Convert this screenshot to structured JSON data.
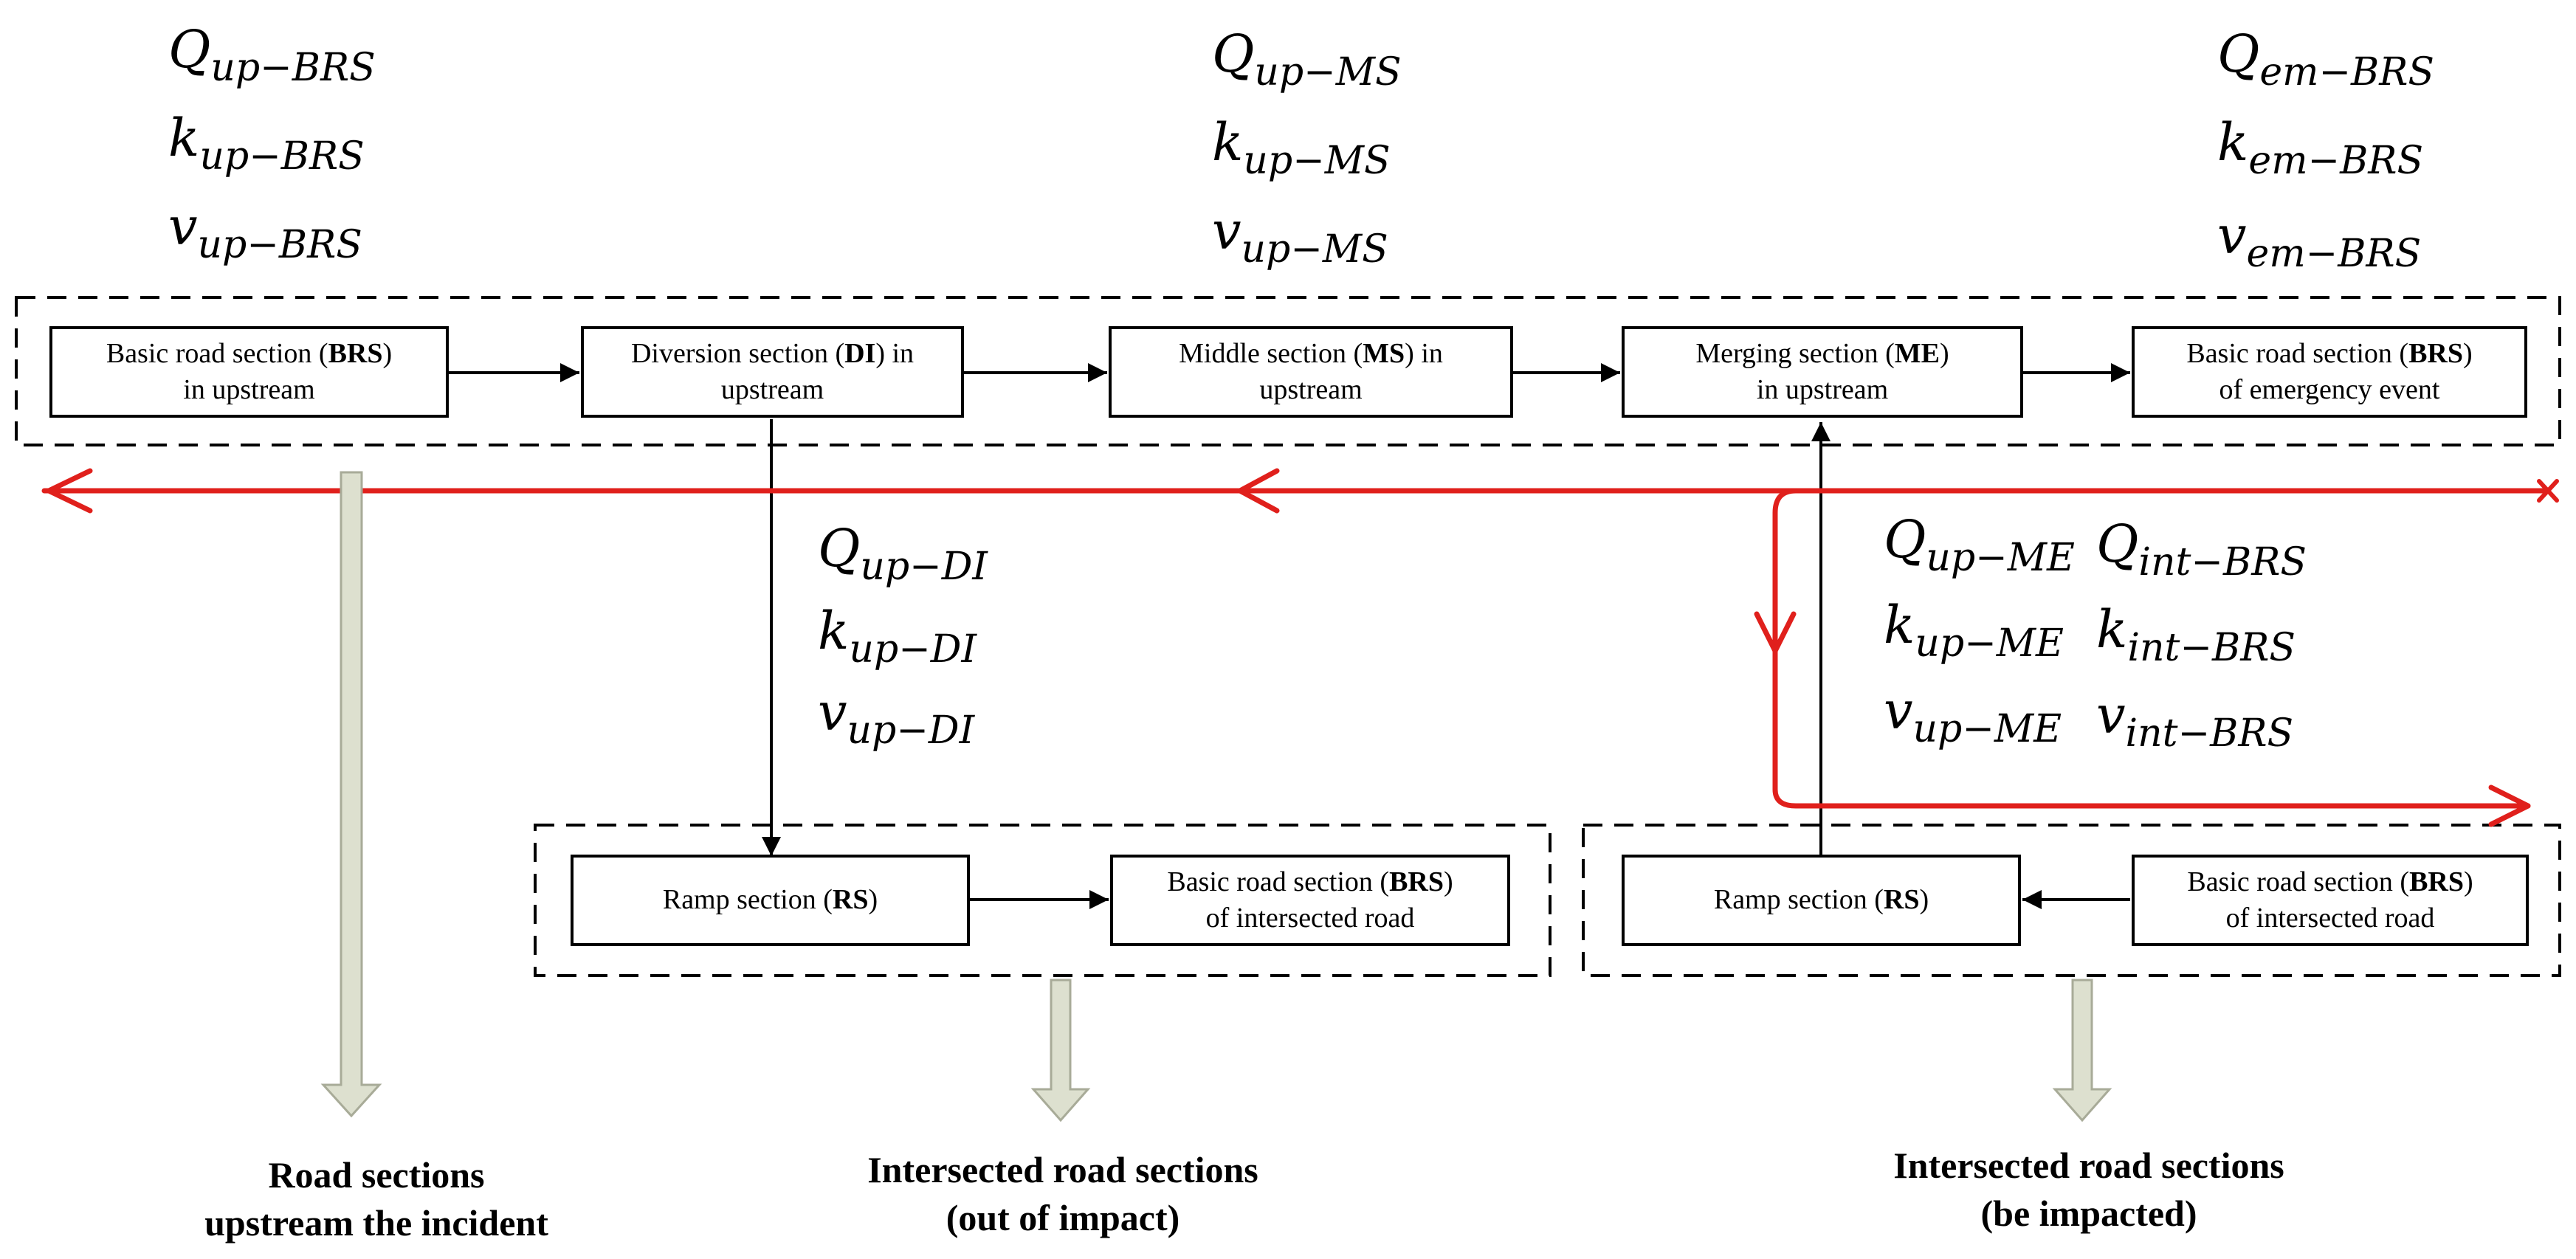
{
  "variables": {
    "upstream_brs": {
      "q": "Q",
      "q_sub": "up−BRS",
      "k": "k",
      "k_sub": "up−BRS",
      "v": "v",
      "v_sub": "up−BRS"
    },
    "upstream_ms": {
      "q": "Q",
      "q_sub": "up−MS",
      "k": "k",
      "k_sub": "up−MS",
      "v": "v",
      "v_sub": "up−MS"
    },
    "emergency_brs": {
      "q": "Q",
      "q_sub": "em−BRS",
      "k": "k",
      "k_sub": "em−BRS",
      "v": "v",
      "v_sub": "em−BRS"
    },
    "upstream_di": {
      "q": "Q",
      "q_sub": "up−DI",
      "k": "k",
      "k_sub": "up−DI",
      "v": "v",
      "v_sub": "up−DI"
    },
    "upstream_me": {
      "q": "Q",
      "q_sub": "up−ME",
      "k": "k",
      "k_sub": "up−ME",
      "v": "v",
      "v_sub": "up−ME"
    },
    "intersected_brs": {
      "q": "Q",
      "q_sub": "int−BRS",
      "k": "k",
      "k_sub": "int−BRS",
      "v": "v",
      "v_sub": "int−BRS"
    }
  },
  "main_sections": [
    {
      "pre": "Basic road section (",
      "abbr": "BRS",
      "post": ")",
      "line2": "in upstream"
    },
    {
      "pre": "Diversion section (",
      "abbr": "DI",
      "post": ") in",
      "line2": "upstream"
    },
    {
      "pre": "Middle section (",
      "abbr": "MS",
      "post": ") in",
      "line2": "upstream"
    },
    {
      "pre": "Merging section (",
      "abbr": "ME",
      "post": ")",
      "line2": "in upstream"
    },
    {
      "pre": "Basic road section (",
      "abbr": "BRS",
      "post": ")",
      "line2": "of emergency event"
    }
  ],
  "lower_left_group": [
    {
      "pre": "Ramp section (",
      "abbr": "RS",
      "post": ")",
      "line2": ""
    },
    {
      "pre": "Basic road section (",
      "abbr": "BRS",
      "post": ")",
      "line2": "of intersected road"
    }
  ],
  "lower_right_group": [
    {
      "pre": "Ramp section (",
      "abbr": "RS",
      "post": ")",
      "line2": ""
    },
    {
      "pre": "Basic road section (",
      "abbr": "BRS",
      "post": ")",
      "line2": "of intersected road"
    }
  ],
  "captions": {
    "upstream": {
      "line1": "Road sections",
      "line2": "upstream the incident"
    },
    "out_of_impact": {
      "line1": "Intersected road sections",
      "line2": "(out of impact)"
    },
    "impacted": {
      "line1": "Intersected road sections",
      "line2": "(be impacted)"
    }
  },
  "colors": {
    "flow_line": "#e0201c",
    "box_border": "#000000",
    "group_border": "#000000",
    "down_arrow_fill": "#dde0cf",
    "down_arrow_stroke": "#a8ab98"
  },
  "icons": {
    "incident_marker": "x-mark",
    "flow_arrowheads": "open-chevron-arrow",
    "link_arrowheads": "solid-triangle-arrow",
    "group_pointers": "thick-down-arrow"
  }
}
